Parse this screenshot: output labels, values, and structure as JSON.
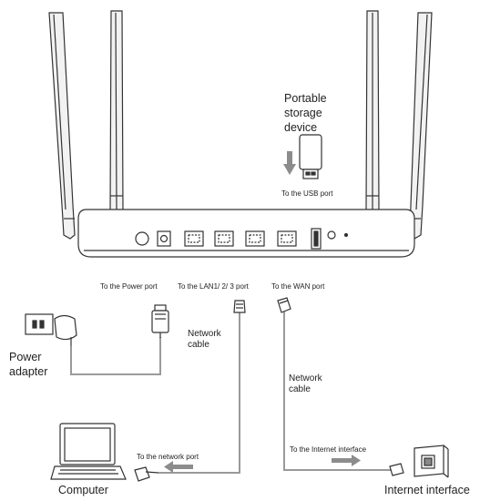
{
  "labels": {
    "portable_storage": [
      "Portable",
      "storage",
      "device"
    ],
    "to_usb_port": "To the USB port",
    "to_power_port": "To the Power port",
    "to_lan_port": "To the LAN1/ 2/ 3 port",
    "to_wan_port": "To the WAN port",
    "network_cable_1": [
      "Network",
      "cable"
    ],
    "network_cable_2": [
      "Network",
      "cable"
    ],
    "power_adapter": [
      "Power",
      "adapter"
    ],
    "to_network_port": "To  the network port",
    "to_internet_interface": "To the Internet interface",
    "computer": "Computer",
    "internet_interface": "Internet interface"
  },
  "colors": {
    "line": "#333333",
    "cable": "#9a9a9a",
    "arrow": "#8c8c8c",
    "antenna_fill": "#f2f2f2"
  },
  "icons": [
    "antenna-icon",
    "router-icon",
    "usb-drive-icon",
    "power-adapter-icon",
    "laptop-icon",
    "wall-socket-icon",
    "rj45-plug-icon",
    "dc-plug-icon",
    "arrow-icon"
  ]
}
